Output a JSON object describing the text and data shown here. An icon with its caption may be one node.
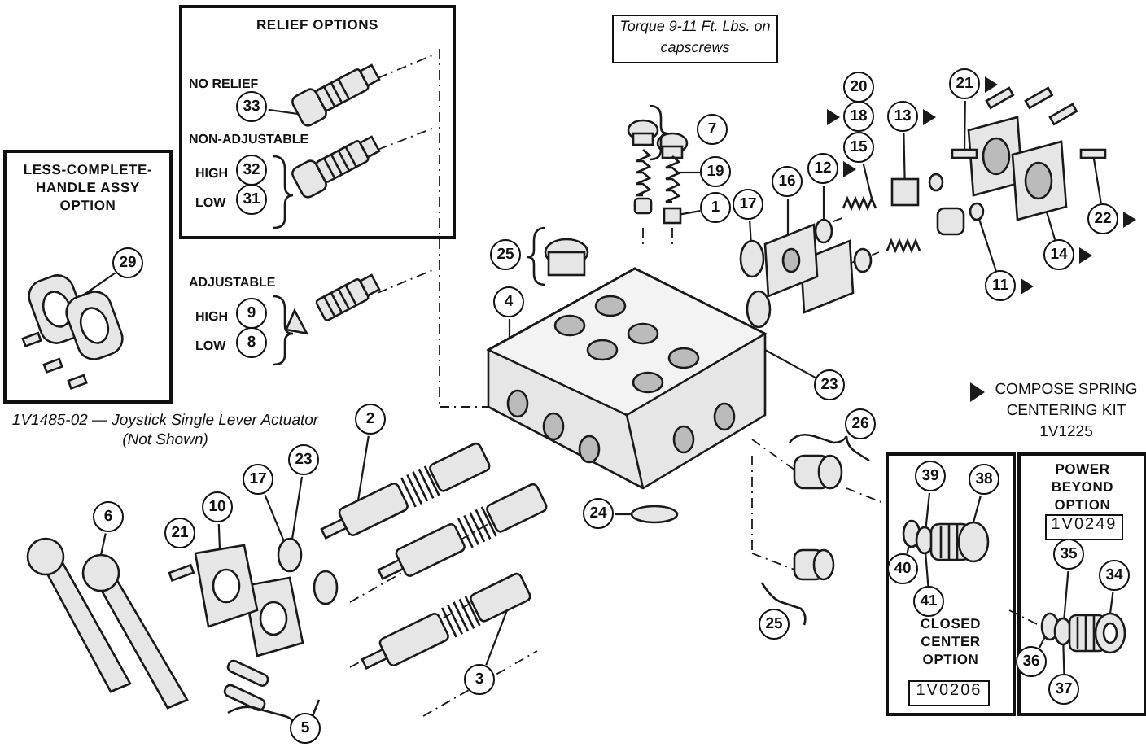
{
  "diagram": {
    "nodes": [
      {
        "text": [
          "RELIEF OPTIONS"
        ]
      },
      {
        "text": [
          "33"
        ],
        "in": 0
      },
      {
        "text": [
          "32"
        ],
        "in": 0
      },
      {
        "text": [
          "31"
        ],
        "in": 0
      },
      {
        "text": [
          "Torque 9-11 Ft. Lbs. on capscrews"
        ]
      },
      {
        "text": [
          "20"
        ]
      },
      {
        "text": [
          "21"
        ]
      },
      {
        "text": [
          "18"
        ]
      },
      {
        "text": [
          "13"
        ]
      },
      {
        "text": [
          "7"
        ]
      },
      {
        "text": [
          "15"
        ]
      },
      {
        "text": [
          "12"
        ]
      },
      {
        "text": [
          "19"
        ]
      },
      {
        "text": [
          "1"
        ]
      },
      {
        "text": [
          "16"
        ]
      },
      {
        "text": [
          "17"
        ]
      },
      {
        "text": [
          "22"
        ]
      },
      {
        "text": [
          "14"
        ]
      },
      {
        "text": [
          "LESS-COMPLETE-HANDLE ASSY OPTION"
        ]
      },
      {
        "text": [
          "29"
        ],
        "in": 18
      },
      {
        "text": [
          "25"
        ]
      },
      {
        "text": [
          "4"
        ]
      },
      {
        "text": [
          "11"
        ]
      },
      {
        "text": [
          "9"
        ]
      },
      {
        "text": [
          "8"
        ]
      },
      {
        "text": [
          "23"
        ]
      },
      {
        "text": [
          "2"
        ]
      },
      {
        "text": [
          "23"
        ]
      },
      {
        "text": [
          "17"
        ]
      },
      {
        "text": [
          "10"
        ]
      },
      {
        "text": [
          "6"
        ]
      },
      {
        "text": [
          "21"
        ]
      },
      {
        "text": [
          "26"
        ]
      },
      {
        "text": [
          "CLOSED CENTER OPTION"
        ]
      },
      {
        "text": [
          "39"
        ],
        "in": 33
      },
      {
        "text": [
          "38"
        ],
        "in": 33
      },
      {
        "text": [
          "40"
        ],
        "in": 33
      },
      {
        "text": [
          "41"
        ],
        "in": 33
      },
      {
        "text": [
          "1V0206"
        ],
        "in": 33
      },
      {
        "text": [
          "POWER BEYOND OPTION"
        ]
      },
      {
        "text": [
          "1V0249"
        ],
        "in": 39
      },
      {
        "text": [
          "35"
        ],
        "in": 39
      },
      {
        "text": [
          "34"
        ],
        "in": 39
      },
      {
        "text": [
          "36"
        ],
        "in": 39
      },
      {
        "text": [
          "37"
        ],
        "in": 39
      },
      {
        "text": [
          "24"
        ]
      },
      {
        "text": [
          "25"
        ]
      },
      {
        "text": [
          "3"
        ]
      },
      {
        "text": [
          "5"
        ]
      },
      {
        "text": [],
        "shape": "picture",
        "in": 0
      },
      {
        "text": [],
        "shape": "picture"
      },
      {
        "text": [],
        "shape": "box"
      },
      {
        "text": [],
        "shape": "picture"
      },
      {
        "text": [],
        "shape": "box"
      },
      {
        "text": [],
        "shape": "box"
      },
      {
        "text": [],
        "shape": "circle"
      },
      {
        "text": [],
        "shape": "picture"
      },
      {
        "text": [],
        "shape": "circle"
      },
      {
        "text": [],
        "shape": "box"
      },
      {
        "text": [],
        "shape": "picture"
      },
      {
        "text": [],
        "shape": "circle"
      },
      {
        "text": [],
        "shape": "picture",
        "in": 18
      },
      {
        "text": [],
        "shape": "picture"
      },
      {
        "text": [],
        "shape": "picture"
      },
      {
        "text": [],
        "shape": "picture"
      },
      {
        "text": [],
        "shape": "circle"
      },
      {
        "text": [],
        "shape": "picture"
      },
      {
        "text": [],
        "shape": "picture"
      },
      {
        "text": [],
        "shape": "circle",
        "in": 33
      },
      {
        "text": [],
        "shape": "circle",
        "in": 33
      },
      {
        "text": [],
        "shape": "picture",
        "in": 33
      },
      {
        "text": [],
        "shape": "circle",
        "in": 39
      },
      {
        "text": [],
        "shape": "circle",
        "in": 39
      },
      {
        "text": [],
        "shape": "picture",
        "in": 39
      },
      {
        "text": [],
        "shape": "circle"
      }
    ],
    "edges": [
      {
        "from": 1,
        "to": 49,
        "arrow": "none"
      },
      {
        "from": 12,
        "to": 50,
        "arrow": "none"
      },
      {
        "from": 13,
        "to": 51,
        "arrow": "none"
      },
      {
        "from": 10,
        "to": 52,
        "arrow": "none"
      },
      {
        "from": 6,
        "to": 53,
        "arrow": "none"
      },
      {
        "from": 8,
        "to": 54,
        "arrow": "none"
      },
      {
        "from": 11,
        "to": 55,
        "arrow": "none"
      },
      {
        "from": 14,
        "to": 56,
        "arrow": "none"
      },
      {
        "from": 15,
        "to": 57,
        "arrow": "none"
      },
      {
        "from": 16,
        "to": 58,
        "arrow": "none"
      },
      {
        "from": 17,
        "to": 59,
        "arrow": "none"
      },
      {
        "from": 22,
        "to": 60,
        "arrow": "none"
      },
      {
        "from": 19,
        "to": 61,
        "arrow": "none"
      },
      {
        "from": 21,
        "to": 62,
        "arrow": "none"
      },
      {
        "from": 25,
        "to": 62,
        "arrow": "none"
      },
      {
        "from": 26,
        "to": 63,
        "arrow": "none"
      },
      {
        "from": 27,
        "to": 65,
        "arrow": "none"
      },
      {
        "from": 28,
        "to": 65,
        "arrow": "none"
      },
      {
        "from": 29,
        "to": 66,
        "arrow": "none"
      },
      {
        "from": 30,
        "to": 67,
        "arrow": "none"
      },
      {
        "from": 34,
        "to": 69,
        "arrow": "none"
      },
      {
        "from": 35,
        "to": 70,
        "arrow": "none"
      },
      {
        "from": 36,
        "to": 68,
        "arrow": "none"
      },
      {
        "from": 37,
        "to": 69,
        "arrow": "none"
      },
      {
        "from": 41,
        "to": 72,
        "arrow": "none"
      },
      {
        "from": 42,
        "to": 73,
        "arrow": "none"
      },
      {
        "from": 43,
        "to": 71,
        "arrow": "none"
      },
      {
        "from": 44,
        "to": 72,
        "arrow": "none"
      },
      {
        "from": 45,
        "to": 74,
        "arrow": "none"
      },
      {
        "from": 47,
        "to": 64,
        "arrow": "none"
      }
    ],
    "labels": [
      "NO RELIEF",
      "NON-ADJUSTABLE",
      "HIGH",
      "LOW",
      "ADJUSTABLE",
      "HIGH",
      "LOW",
      "1V1485-02 — Joystick Single Lever Actuator (Not Shown)"
    ],
    "legend": [
      {
        "text": "COMPOSE SPRING CENTERING KIT 1V1225"
      }
    ]
  }
}
